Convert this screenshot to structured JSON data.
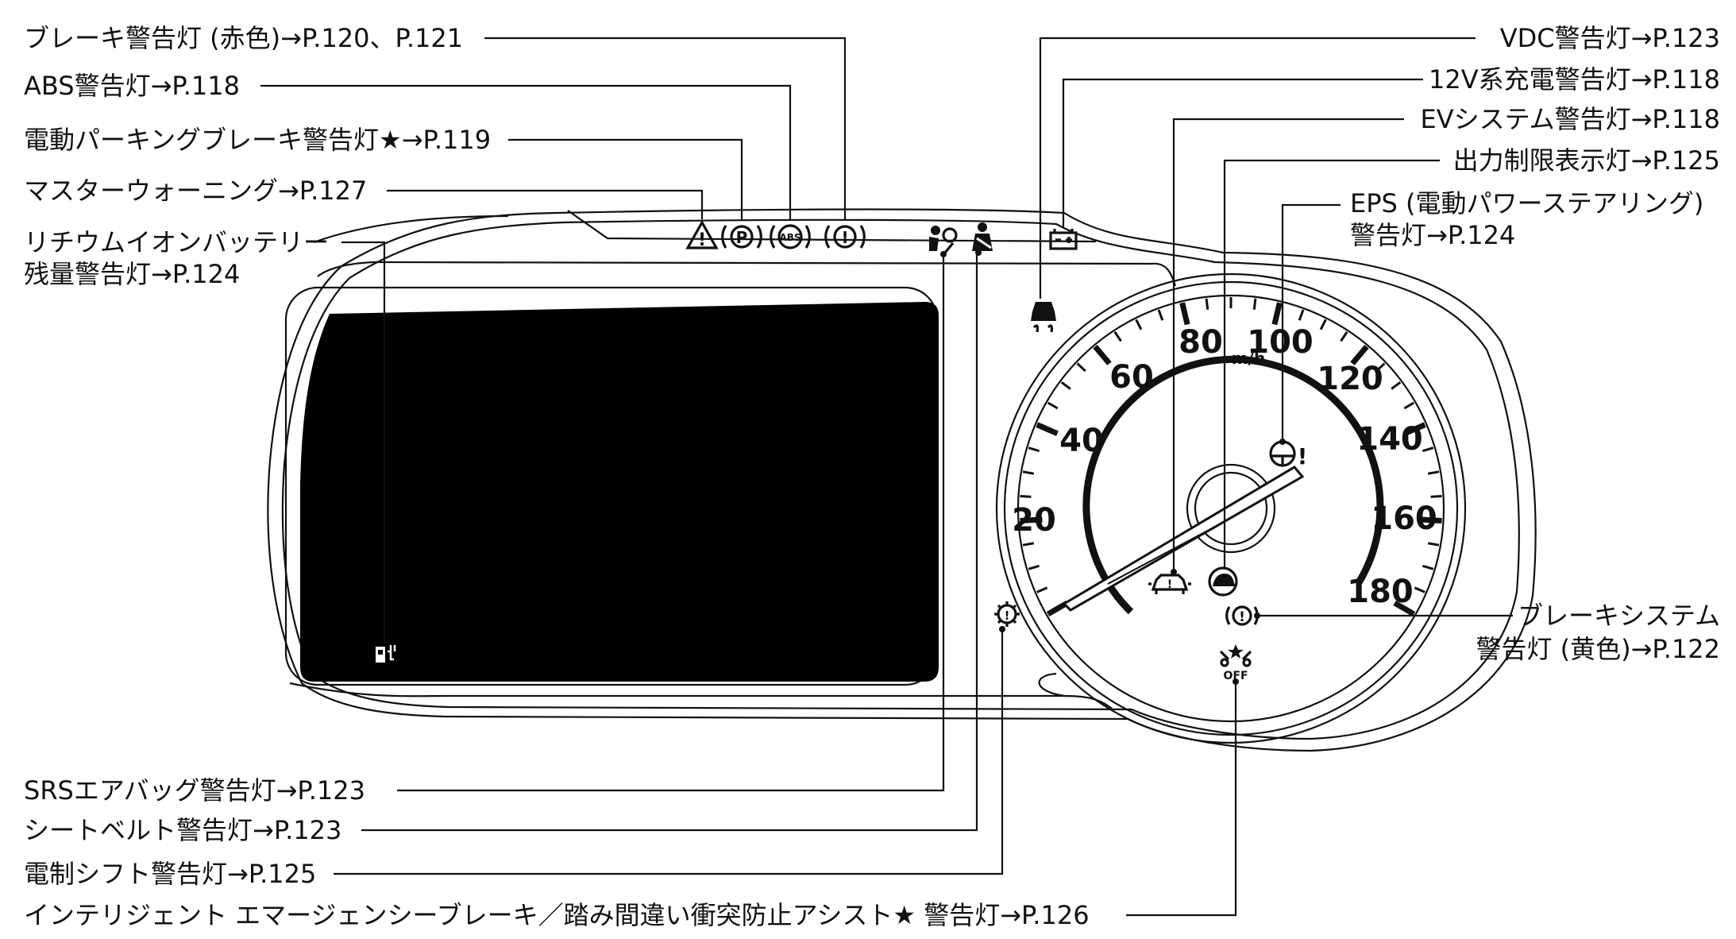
{
  "labels": {
    "brake_red": "ブレーキ警告灯 (赤色)→P.120、P.121",
    "abs": "ABS警告灯→P.118",
    "epb": "電動パーキングブレーキ警告灯★→P.119",
    "master": "マスターウォーニング→P.127",
    "li_battery_1": "リチウムイオンバッテリー",
    "li_battery_2": "残量警告灯→P.124",
    "vdc": "VDC警告灯→P.123",
    "charge12v": "12V系充電警告灯→P.118",
    "ev_system": "EVシステム警告灯→P.118",
    "power_limit": "出力制限表示灯→P.125",
    "eps_1": "EPS (電動パワーステアリング)",
    "eps_2": "警告灯→P.124",
    "brake_system_1": "ブレーキシステム",
    "brake_system_2": "警告灯 (黄色)→P.122",
    "srs": "SRSエアバッグ警告灯→P.123",
    "seatbelt": "シートベルト警告灯→P.123",
    "shift": "電制シフト警告灯→P.125",
    "ieb": "インテリジェント エマージェンシーブレーキ／踏み間違い衝突防止アシスト★ 警告灯→P.126"
  },
  "gauge": {
    "unit": "m/h",
    "numbers": [
      "20",
      "40",
      "60",
      "80",
      "100",
      "120",
      "140",
      "160",
      "180"
    ]
  },
  "icons": {
    "master": "!",
    "epb": "P",
    "abs": "ABS",
    "brake": "!",
    "brake_system": "!",
    "eps": "!",
    "off": "OFF"
  },
  "colors": {
    "line": "#111111",
    "screen": "#000000",
    "background": "#ffffff"
  }
}
